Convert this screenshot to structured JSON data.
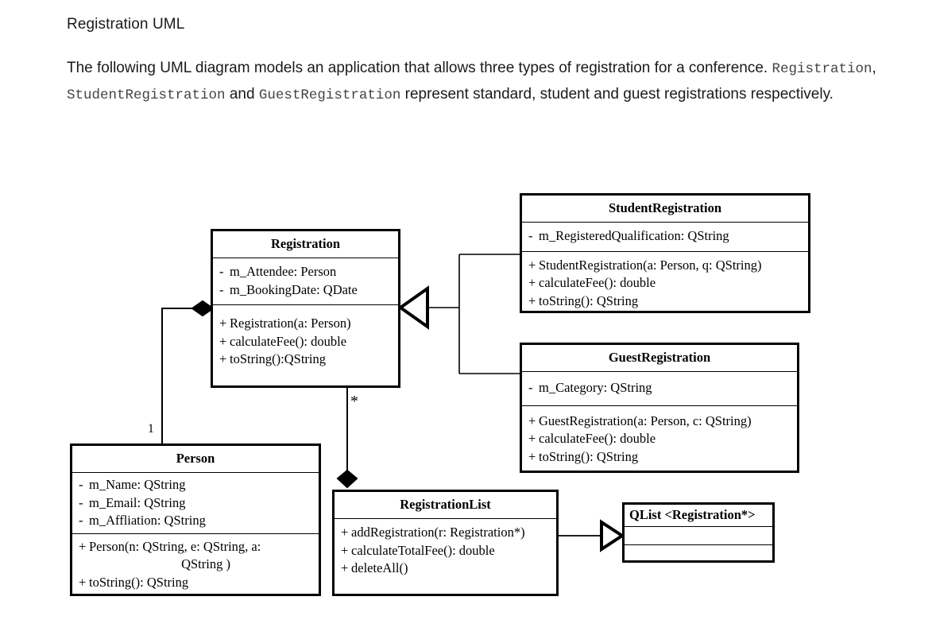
{
  "document": {
    "title": "Registration UML",
    "paragraph": {
      "part1": "The following UML diagram models an application that allows three types of registration for a conference. ",
      "code1": "Registration",
      "part2": ", ",
      "code2": "StudentRegistration",
      "part3": " and ",
      "code3": "GuestRegistration",
      "part4": " represent standard, student and guest registrations respectively."
    }
  },
  "diagram": {
    "classes": {
      "registration": {
        "name": "Registration",
        "attributes": [
          {
            "visibility": "-",
            "text": "m_Attendee:  Person"
          },
          {
            "visibility": "-",
            "text": "m_BookingDate: QDate"
          }
        ],
        "methods": [
          {
            "visibility": "+",
            "text": "Registration(a: Person)"
          },
          {
            "visibility": "+",
            "text": "calculateFee(): double"
          },
          {
            "visibility": "+",
            "text": "toString():QString"
          }
        ]
      },
      "student_registration": {
        "name": "StudentRegistration",
        "attributes": [
          {
            "visibility": "-",
            "text": "m_RegisteredQualification:  QString"
          }
        ],
        "methods": [
          {
            "visibility": "+",
            "text": "StudentRegistration(a: Person,  q: QString)"
          },
          {
            "visibility": "+",
            "text": "calculateFee(): double"
          },
          {
            "visibility": "+",
            "text": "toString(): QString"
          }
        ]
      },
      "guest_registration": {
        "name": "GuestRegistration",
        "attributes": [
          {
            "visibility": "-",
            "text": "m_Category: QString"
          }
        ],
        "methods": [
          {
            "visibility": "+",
            "text": "GuestRegistration(a: Person, c: QString)"
          },
          {
            "visibility": "+",
            "text": "calculateFee(): double"
          },
          {
            "visibility": "+",
            "text": "toString(): QString"
          }
        ]
      },
      "person": {
        "name": "Person",
        "attributes": [
          {
            "visibility": "-",
            "text": "m_Name:  QString"
          },
          {
            "visibility": "-",
            "text": "m_Email: QString"
          },
          {
            "visibility": "-",
            "text": "m_Affliation: QString"
          }
        ],
        "methods": [
          {
            "visibility": "+",
            "text": "Person(n: QString, e: QString, a:"
          },
          {
            "visibility": "",
            "text": "QString )"
          },
          {
            "visibility": "+",
            "text": "toString(): QString"
          }
        ]
      },
      "registration_list": {
        "name": "RegistrationList",
        "methods": [
          {
            "visibility": "+",
            "text": "addRegistration(r: Registration*)"
          },
          {
            "visibility": "+",
            "text": "calculateTotalFee(): double"
          },
          {
            "visibility": "+",
            "text": "deleteAll()"
          }
        ]
      },
      "qlist": {
        "name": "QList <Registration*>"
      }
    },
    "relationships": [
      {
        "id": "registration-person-composition",
        "type": "composition",
        "from": "Registration",
        "to": "Person",
        "multiplicity_label": "1"
      },
      {
        "id": "registrationlist-registration-composition",
        "type": "composition",
        "from": "RegistrationList",
        "to": "Registration",
        "multiplicity_label": "*"
      },
      {
        "id": "studentregistration-registration-generalization",
        "type": "generalization",
        "from": "StudentRegistration",
        "to": "Registration"
      },
      {
        "id": "guestregistration-registration-generalization",
        "type": "generalization",
        "from": "GuestRegistration",
        "to": "Registration"
      },
      {
        "id": "registrationlist-qlist-aggregation",
        "type": "aggregation",
        "from": "RegistrationList",
        "to": "QList <Registration*>"
      }
    ],
    "multiplicities": {
      "person_end": "1",
      "registration_end": "*"
    },
    "colors": {
      "stroke": "#000000",
      "fill": "#ffffff",
      "text": "#000000"
    }
  }
}
